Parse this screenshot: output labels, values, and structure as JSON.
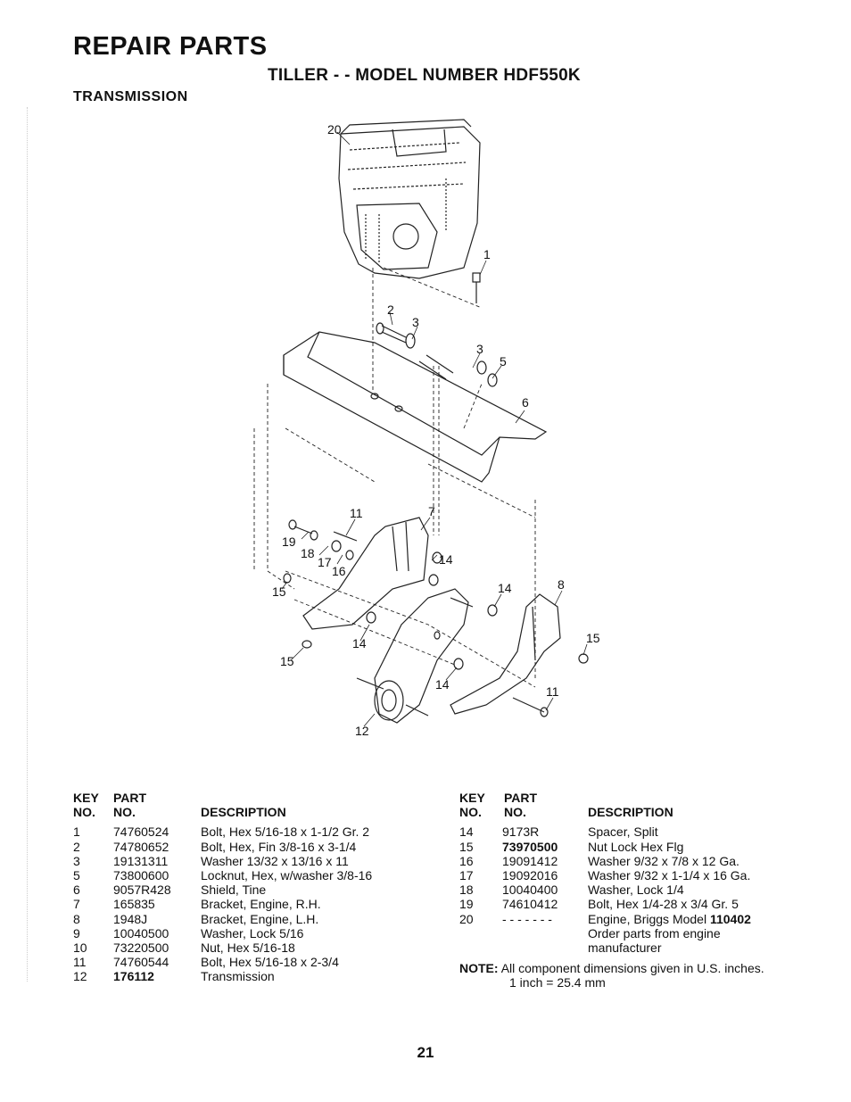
{
  "header": {
    "title": "REPAIR PARTS",
    "subtitle": "TILLER - - MODEL NUMBER HDF550K",
    "section": "TRANSMISSION"
  },
  "diagram": {
    "callouts": [
      "20",
      "1",
      "2",
      "3",
      "3",
      "5",
      "6",
      "11",
      "7",
      "19",
      "18",
      "17",
      "16",
      "14",
      "15",
      "14",
      "8",
      "14",
      "15",
      "15",
      "14",
      "11",
      "12"
    ]
  },
  "table_headers": {
    "key_line1": "KEY",
    "key_line2": "NO.",
    "part_line1": "PART",
    "part_line2": "NO.",
    "description": "DESCRIPTION"
  },
  "parts_left": [
    {
      "key": "1",
      "part": "74760524",
      "desc": "Bolt, Hex 5/16-18 x 1-1/2 Gr. 2"
    },
    {
      "key": "2",
      "part": "74780652",
      "desc": "Bolt, Hex, Fin  3/8-16 x 3-1/4"
    },
    {
      "key": "3",
      "part": "19131311",
      "desc": "Washer 13/32 x 13/16 x 11"
    },
    {
      "key": "5",
      "part": "73800600",
      "desc": "Locknut, Hex, w/washer 3/8-16"
    },
    {
      "key": "6",
      "part": "9057R428",
      "desc": "Shield, Tine"
    },
    {
      "key": "7",
      "part": "165835",
      "desc": "Bracket, Engine, R.H."
    },
    {
      "key": "8",
      "part": "1948J",
      "desc": "Bracket, Engine, L.H."
    },
    {
      "key": "9",
      "part": "10040500",
      "desc": "Washer, Lock 5/16"
    },
    {
      "key": "10",
      "part": "73220500",
      "desc": "Nut, Hex 5/16-18"
    },
    {
      "key": "11",
      "part": "74760544",
      "desc": "Bolt, Hex 5/16-18 x 2-3/4"
    },
    {
      "key": "12",
      "part": "176112",
      "desc": "Transmission"
    }
  ],
  "parts_right": [
    {
      "key": "14",
      "part": "9173R",
      "desc": "Spacer, Split"
    },
    {
      "key": "15",
      "part": "73970500",
      "desc": "Nut Lock Hex Flg"
    },
    {
      "key": "16",
      "part": "19091412",
      "desc": "Washer 9/32 x 7/8 x 12 Ga."
    },
    {
      "key": "17",
      "part": "19092016",
      "desc": "Washer 9/32 x 1-1/4 x 16 Ga."
    },
    {
      "key": "18",
      "part": "10040400",
      "desc": "Washer, Lock 1/4"
    },
    {
      "key": "19",
      "part": "74610412",
      "desc": "Bolt, Hex  1/4-28 x 3/4 Gr. 5"
    },
    {
      "key": "20",
      "part": "- - - - - - -",
      "desc": "Engine, Briggs Model ",
      "desc_bold": "110402",
      "desc2": "Order parts from engine",
      "desc3": "manufacturer"
    }
  ],
  "note": {
    "label": "NOTE:",
    "line1": "All component dimensions given in U.S. inches.",
    "line2": "1 inch = 25.4 mm"
  },
  "page_number": "21"
}
